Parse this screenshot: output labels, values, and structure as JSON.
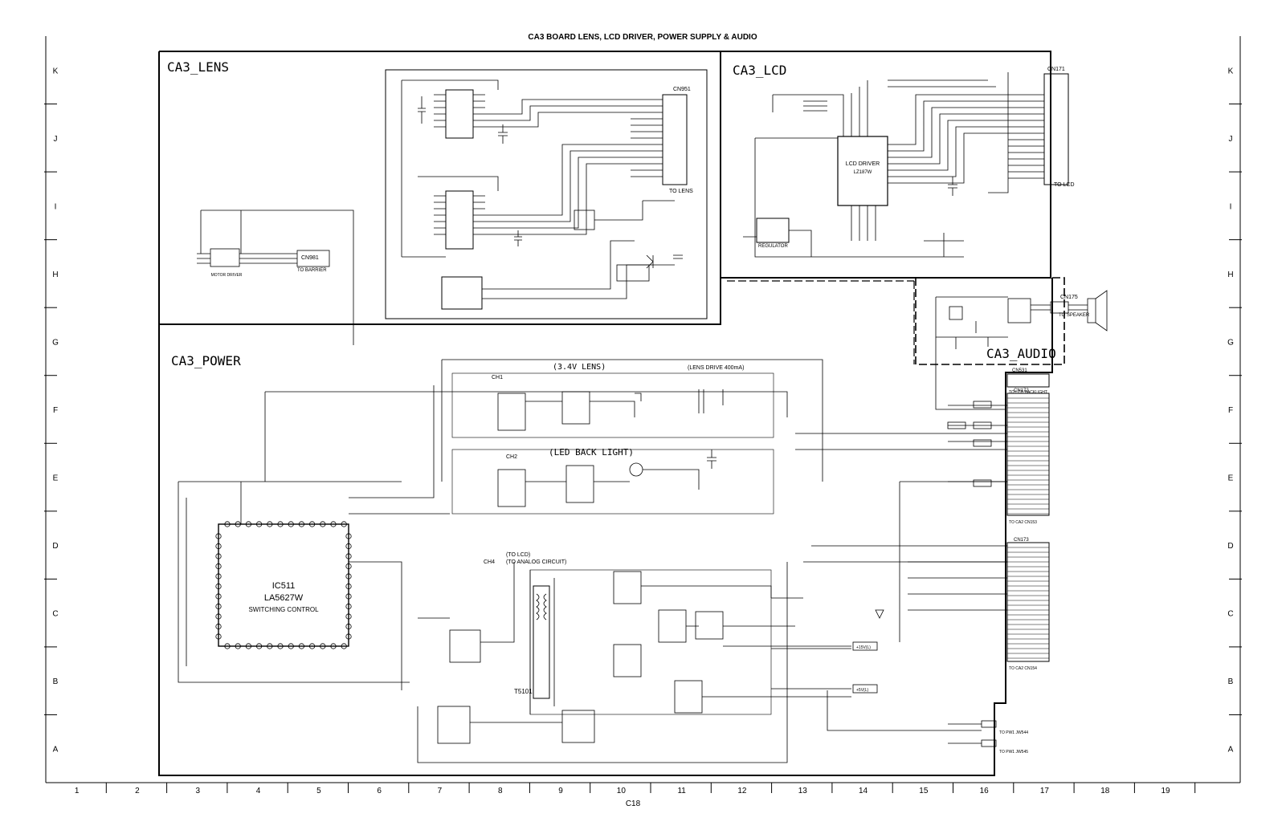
{
  "sheet": {
    "title": "CA3 BOARD  LENS, LCD DRIVER, POWER SUPPLY & AUDIO",
    "page_code": "C18",
    "row_labels": [
      "K",
      "J",
      "I",
      "H",
      "G",
      "F",
      "E",
      "D",
      "C",
      "B",
      "A"
    ],
    "column_labels": [
      "1",
      "2",
      "3",
      "4",
      "5",
      "6",
      "7",
      "8",
      "9",
      "10",
      "11",
      "12",
      "13",
      "14",
      "15",
      "16",
      "17",
      "18",
      "19"
    ]
  },
  "blocks": {
    "lens": "CA3_LENS",
    "lcd": "CA3_LCD",
    "power": "CA3_POWER",
    "audio": "CA3_AUDIO"
  },
  "lens_labels": {
    "cn951": "CN951",
    "to_lens": "TO LENS",
    "cn981": "CN981",
    "to_barrier": "TO BARRIER",
    "motor_driver": "MOTOR\nDRIVER"
  },
  "lcd_labels": {
    "lcd_driver": "LCD DRIVER",
    "ic_part": "LZ187W",
    "regulator": "REGULATOR",
    "cn171": "CN171",
    "to_lcd": "TO LCD"
  },
  "audio_labels": {
    "cn175": "CN175",
    "to_speaker": "TO SPEAKER"
  },
  "power_labels": {
    "lens_3v4": "(3.4V LENS)",
    "lens_drive": "(LENS DRIVE 400mA)",
    "led_back_light": "(LED BACK LIGHT)",
    "to_lcd": "(TO LCD)",
    "to_analog": "(TO ANALOG CIRCUIT)",
    "ch1": "CH1",
    "ch2": "CH2",
    "ch4": "CH4",
    "ic511": "IC511",
    "ic511_part": "LA5627W",
    "switching_control": "SWITCHING CONTROL",
    "t5101": "T5101",
    "cn531": "CN531",
    "to_lcd_backlight": "TO LCD BACKLIGHT",
    "cn172": "CN172",
    "to_ca2_cn153": "TO CA2 CN153",
    "cn173": "CN173",
    "to_ca2_cn154": "TO CA2 CN154",
    "to_pw1_jw544": "TO PW1 JW544",
    "to_pw1_jw545": "TO PW1 JW545",
    "plus15v": "+15V(L)",
    "plus5v": "+5V(L)"
  }
}
